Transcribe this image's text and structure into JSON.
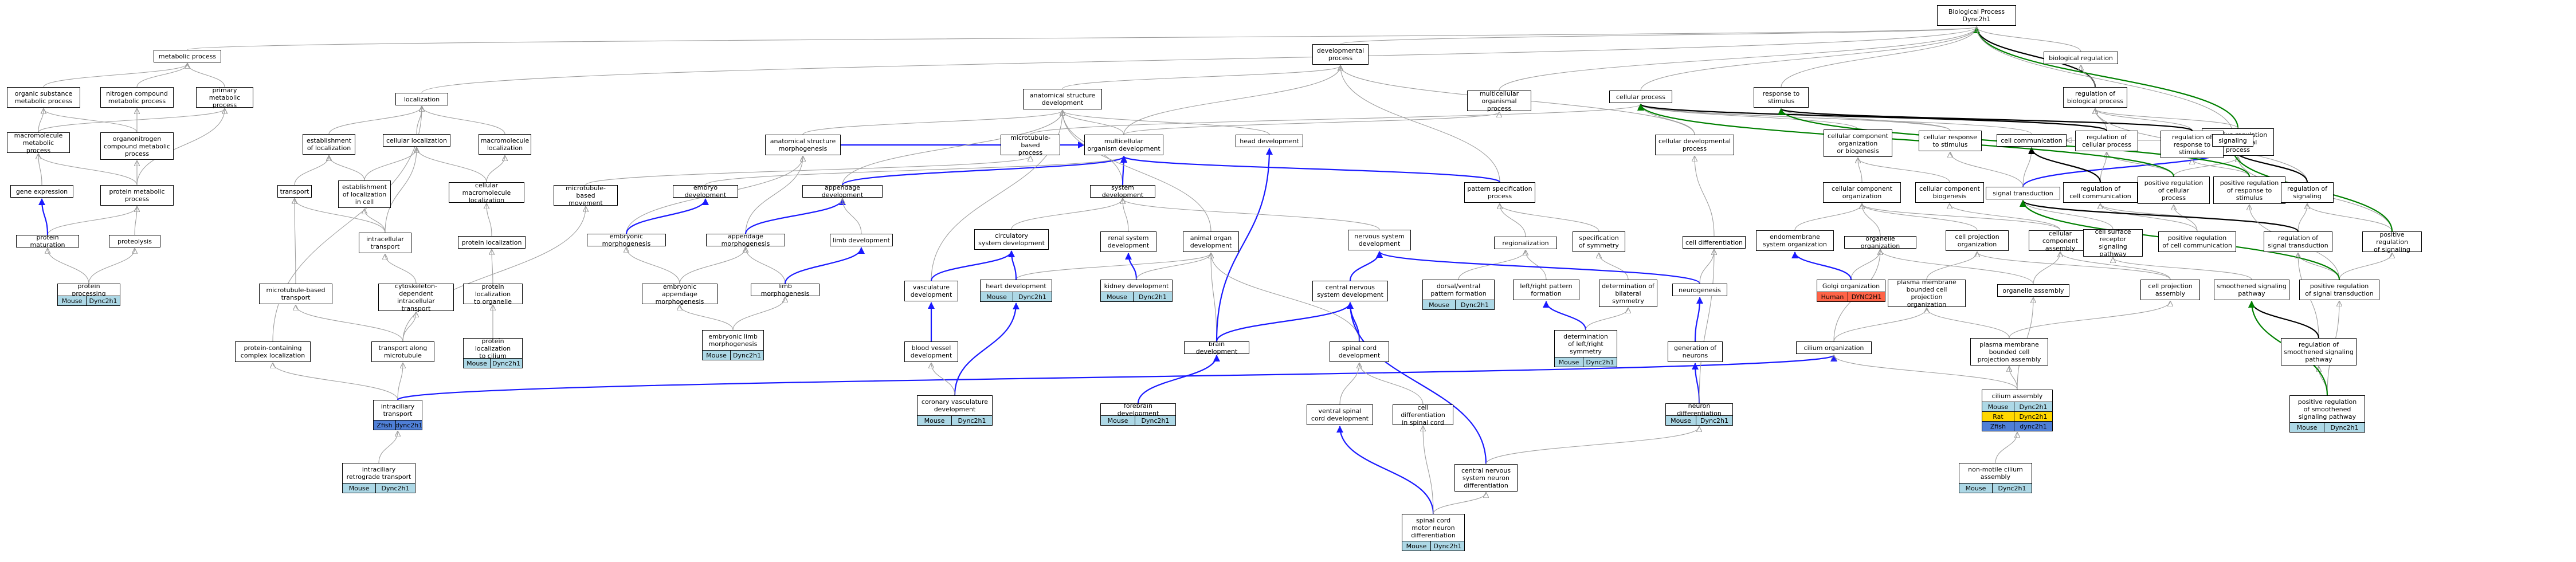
{
  "colors": {
    "arrow_default": "#9e9e9e",
    "arrow_part_of": "#1a1aff",
    "arrow_positive": "#008000",
    "arrow_regulates": "#000000",
    "mouse": "#add8e6",
    "rat": "#ffd700",
    "zfin": "#4f7fd7",
    "human": "#ff6347"
  },
  "nodes": [
    {
      "id": "bp",
      "label": "Biological Process\nDync2h1"
    },
    {
      "id": "devp",
      "label": "developmental\nprocess"
    },
    {
      "id": "metab",
      "label": "metabolic process"
    },
    {
      "id": "org_sub",
      "label": "organic substance\nmetabolic process"
    },
    {
      "id": "nitro",
      "label": "nitrogen compound\nmetabolic process"
    },
    {
      "id": "prim",
      "label": "primary metabolic\nprocess"
    },
    {
      "id": "macro_met",
      "label": "macromolecule\nmetabolic process"
    },
    {
      "id": "orgnitro",
      "label": "organonitrogen\ncompound metabolic\nprocess"
    },
    {
      "id": "gene_exp",
      "label": "gene expression"
    },
    {
      "id": "prot_met",
      "label": "protein metabolic\nprocess"
    },
    {
      "id": "prot_mat",
      "label": "protein maturation"
    },
    {
      "id": "proteolysis",
      "label": "proteolysis"
    },
    {
      "id": "prot_proc",
      "label": "protein processing"
    },
    {
      "id": "local",
      "label": "localization"
    },
    {
      "id": "estab_loc",
      "label": "establishment\nof localization"
    },
    {
      "id": "cell_loc",
      "label": "cellular localization"
    },
    {
      "id": "macro_loc",
      "label": "macromolecule\nlocalization"
    },
    {
      "id": "transport",
      "label": "transport"
    },
    {
      "id": "estab_cell",
      "label": "establishment\nof localization\nin cell"
    },
    {
      "id": "cell_macro_loc",
      "label": "cellular macromolecule\nlocalization"
    },
    {
      "id": "intra_trans",
      "label": "intracellular\ntransport"
    },
    {
      "id": "prot_loc",
      "label": "protein localization"
    },
    {
      "id": "mt_transport",
      "label": "microtubule-based\ntransport"
    },
    {
      "id": "cyto_dep",
      "label": "cytoskeleton-dependent\nintracellular\ntransport"
    },
    {
      "id": "prot_loc_org",
      "label": "protein localization\nto organelle"
    },
    {
      "id": "prot_complex",
      "label": "protein-containing\ncomplex localization"
    },
    {
      "id": "trans_mt",
      "label": "transport along\nmicrotubule"
    },
    {
      "id": "prot_loc_cil",
      "label": "protein localization\nto cilium"
    },
    {
      "id": "ift",
      "label": "intraciliary\ntransport"
    },
    {
      "id": "ift_retro",
      "label": "intraciliary\nretrograde transport"
    },
    {
      "id": "anat_dev",
      "label": "anatomical structure\ndevelopment"
    },
    {
      "id": "multi_proc",
      "label": "multicellular\norganismal process"
    },
    {
      "id": "mt_movement",
      "label": "microtubule-based\nmovement"
    },
    {
      "id": "anat_morph",
      "label": "anatomical structure\nmorphogenesis"
    },
    {
      "id": "mt_process",
      "label": "microtubule-based\nprocess"
    },
    {
      "id": "multi_dev",
      "label": "multicellular\norganism development"
    },
    {
      "id": "head_dev",
      "label": "head development"
    },
    {
      "id": "embryo_dev",
      "label": "embryo development"
    },
    {
      "id": "append_dev",
      "label": "appendage development"
    },
    {
      "id": "embryo_morph",
      "label": "embryonic morphogenesis"
    },
    {
      "id": "append_morph",
      "label": "appendage morphogenesis"
    },
    {
      "id": "limb_dev",
      "label": "limb development"
    },
    {
      "id": "emb_append",
      "label": "embryonic appendage\nmorphogenesis"
    },
    {
      "id": "limb_morph",
      "label": "limb morphogenesis"
    },
    {
      "id": "emb_limb",
      "label": "embryonic limb\nmorphogenesis"
    },
    {
      "id": "sys_dev",
      "label": "system development"
    },
    {
      "id": "circ_dev",
      "label": "circulatory\nsystem development"
    },
    {
      "id": "renal_dev",
      "label": "renal system\ndevelopment"
    },
    {
      "id": "animal_organ",
      "label": "animal organ\ndevelopment"
    },
    {
      "id": "vasc_dev",
      "label": "vasculature\ndevelopment"
    },
    {
      "id": "heart_dev",
      "label": "heart development"
    },
    {
      "id": "kidney_dev",
      "label": "kidney development"
    },
    {
      "id": "blood_vessel",
      "label": "blood vessel\ndevelopment"
    },
    {
      "id": "coronary",
      "label": "coronary vasculature\ndevelopment"
    },
    {
      "id": "brain_dev",
      "label": "brain development"
    },
    {
      "id": "forebrain",
      "label": "forebrain development"
    },
    {
      "id": "nerv_dev",
      "label": "nervous system\ndevelopment"
    },
    {
      "id": "cns_dev",
      "label": "central nervous\nsystem development"
    },
    {
      "id": "spinal_dev",
      "label": "spinal cord\ndevelopment"
    },
    {
      "id": "ventral_sc",
      "label": "ventral spinal\ncord development"
    },
    {
      "id": "cell_diff_sc",
      "label": "cell differentiation\nin spinal cord"
    },
    {
      "id": "cns_neuron",
      "label": "central nervous\nsystem neuron\ndifferentiation"
    },
    {
      "id": "sc_motor",
      "label": "spinal cord\nmotor neuron\ndifferentiation"
    },
    {
      "id": "pattern",
      "label": "pattern specification\nprocess"
    },
    {
      "id": "regional",
      "label": "regionalization"
    },
    {
      "id": "dorsoventral",
      "label": "dorsal/ventral\npattern formation"
    },
    {
      "id": "spec_sym",
      "label": "specification\nof symmetry"
    },
    {
      "id": "lr_pattern",
      "label": "left/right pattern\nformation"
    },
    {
      "id": "bilat_sym",
      "label": "determination of\nbilateral\nsymmetry"
    },
    {
      "id": "lr_sym",
      "label": "determination\nof left/right\nsymmetry"
    },
    {
      "id": "cell_dev_proc",
      "label": "cellular developmental\nprocess"
    },
    {
      "id": "cell_diff",
      "label": "cell differentiation"
    },
    {
      "id": "neurogenesis",
      "label": "neurogenesis"
    },
    {
      "id": "gen_neurons",
      "label": "generation of\nneurons"
    },
    {
      "id": "neuron_diff",
      "label": "neuron differentiation"
    },
    {
      "id": "cell_proc",
      "label": "cellular process"
    },
    {
      "id": "resp_stim",
      "label": "response to\nstimulus"
    },
    {
      "id": "bio_reg",
      "label": "biological regulation"
    },
    {
      "id": "reg_bp",
      "label": "regulation of\nbiological process"
    },
    {
      "id": "pos_reg_bp",
      "label": "positive regulation\nof biological\nprocess"
    },
    {
      "id": "cc_org_bio",
      "label": "cellular component\norganization\nor biogenesis"
    },
    {
      "id": "cell_resp",
      "label": "cellular response\nto stimulus"
    },
    {
      "id": "cell_comm",
      "label": "cell communication"
    },
    {
      "id": "reg_cell_proc",
      "label": "regulation of\ncellular process"
    },
    {
      "id": "reg_resp",
      "label": "regulation of\nresponse to\nstimulus"
    },
    {
      "id": "signaling",
      "label": "signaling"
    },
    {
      "id": "cc_org",
      "label": "cellular component\norganization"
    },
    {
      "id": "cc_bio",
      "label": "cellular component\nbiogenesis"
    },
    {
      "id": "sig_trans",
      "label": "signal transduction"
    },
    {
      "id": "reg_cell_comm",
      "label": "regulation of\ncell communication"
    },
    {
      "id": "pos_reg_cell_proc",
      "label": "positive regulation\nof cellular\nprocess"
    },
    {
      "id": "pos_reg_resp",
      "label": "positive regulation\nof response to\nstimulus"
    },
    {
      "id": "reg_sig",
      "label": "regulation of\nsignaling"
    },
    {
      "id": "endomem",
      "label": "endomembrane\nsystem organization"
    },
    {
      "id": "organelle_org",
      "label": "organelle organization"
    },
    {
      "id": "cell_proj_org",
      "label": "cell projection\norganization"
    },
    {
      "id": "cc_assembly",
      "label": "cellular component\nassembly"
    },
    {
      "id": "cell_surf",
      "label": "cell surface\nreceptor signaling\npathway"
    },
    {
      "id": "pos_reg_cc",
      "label": "positive regulation\nof cell communication"
    },
    {
      "id": "reg_sig_trans",
      "label": "regulation of\nsignal transduction"
    },
    {
      "id": "pos_reg_sig",
      "label": "positive regulation\nof signaling"
    },
    {
      "id": "golgi",
      "label": "Golgi organization"
    },
    {
      "id": "pm_bounded_org",
      "label": "plasma membrane\nbounded cell\nprojection organization"
    },
    {
      "id": "organelle_asm",
      "label": "organelle assembly"
    },
    {
      "id": "cell_proj_asm",
      "label": "cell projection\nassembly"
    },
    {
      "id": "smooth_sig",
      "label": "smoothened signaling\npathway"
    },
    {
      "id": "pos_reg_sig_trans",
      "label": "positive regulation\nof signal transduction"
    },
    {
      "id": "pm_bounded_asm",
      "label": "plasma membrane\nbounded cell\nprojection assembly"
    },
    {
      "id": "reg_smooth",
      "label": "regulation of\nsmoothened signaling\npathway"
    },
    {
      "id": "cilium_org",
      "label": "cilium organization"
    },
    {
      "id": "cilium_asm",
      "label": "cilium assembly"
    },
    {
      "id": "pos_reg_smooth",
      "label": "positive regulation\nof smoothened\nsignaling pathway"
    },
    {
      "id": "nonmotile",
      "label": "non-motile cilium\nassembly"
    }
  ],
  "annotations": [
    {
      "node": "prot_proc",
      "rows": [
        {
          "species": "Mouse",
          "gene": "Dync2h1"
        }
      ]
    },
    {
      "node": "prot_loc_cil",
      "rows": [
        {
          "species": "Mouse",
          "gene": "Dync2h1"
        }
      ]
    },
    {
      "node": "ift",
      "rows": [
        {
          "species": "Zfish",
          "gene": "dync2h1"
        }
      ]
    },
    {
      "node": "ift_retro",
      "rows": [
        {
          "species": "Mouse",
          "gene": "Dync2h1"
        }
      ]
    },
    {
      "node": "emb_limb",
      "rows": [
        {
          "species": "Mouse",
          "gene": "Dync2h1"
        }
      ]
    },
    {
      "node": "heart_dev",
      "rows": [
        {
          "species": "Mouse",
          "gene": "Dync2h1"
        }
      ]
    },
    {
      "node": "kidney_dev",
      "rows": [
        {
          "species": "Mouse",
          "gene": "Dync2h1"
        }
      ]
    },
    {
      "node": "coronary",
      "rows": [
        {
          "species": "Mouse",
          "gene": "Dync2h1"
        }
      ]
    },
    {
      "node": "forebrain",
      "rows": [
        {
          "species": "Mouse",
          "gene": "Dync2h1"
        }
      ]
    },
    {
      "node": "sc_motor",
      "rows": [
        {
          "species": "Mouse",
          "gene": "Dync2h1"
        }
      ]
    },
    {
      "node": "dorsoventral",
      "rows": [
        {
          "species": "Mouse",
          "gene": "Dync2h1"
        }
      ]
    },
    {
      "node": "lr_sym",
      "rows": [
        {
          "species": "Mouse",
          "gene": "Dync2h1"
        }
      ]
    },
    {
      "node": "neuron_diff",
      "rows": [
        {
          "species": "Mouse",
          "gene": "Dync2h1"
        }
      ]
    },
    {
      "node": "golgi",
      "rows": [
        {
          "species": "Human",
          "gene": "DYNC2H1"
        }
      ]
    },
    {
      "node": "cilium_asm",
      "rows": [
        {
          "species": "Mouse",
          "gene": "Dync2h1"
        },
        {
          "species": "Rat",
          "gene": "Dync2h1"
        },
        {
          "species": "Zfish",
          "gene": "dync2h1"
        }
      ]
    },
    {
      "node": "nonmotile",
      "rows": [
        {
          "species": "Mouse",
          "gene": "Dync2h1"
        }
      ]
    },
    {
      "node": "pos_reg_smooth",
      "rows": [
        {
          "species": "Mouse",
          "gene": "Dync2h1"
        }
      ]
    }
  ]
}
